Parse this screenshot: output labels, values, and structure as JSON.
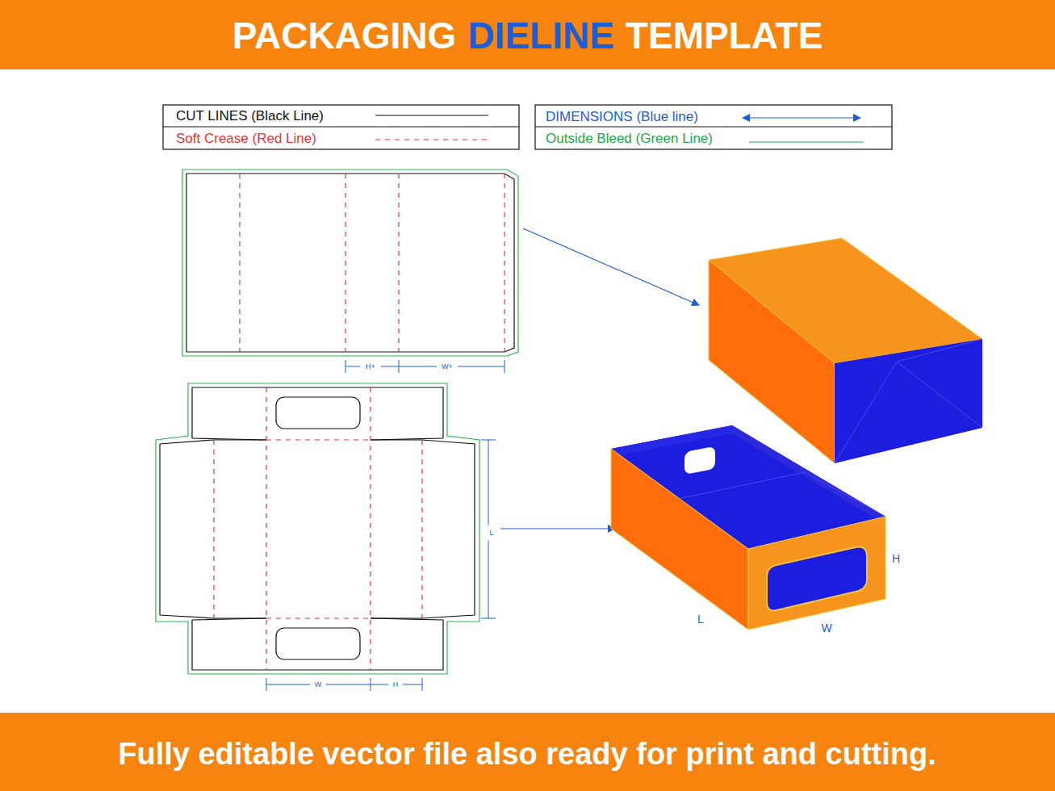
{
  "diagram": {
    "caption": "Fully editable vector file also ready for print and cutting.",
    "labels": [
      "PACKAGING",
      "DIELINE",
      "TEMPLATE",
      "H+",
      "W+",
      "L",
      "W",
      "H",
      "H",
      "L",
      "W"
    ],
    "legend": [
      {
        "text": "CUT LINES (Black Line)"
      },
      {
        "text": "Soft Crease (Red Line)"
      },
      {
        "text": "DIMENSIONS (Blue line)"
      },
      {
        "text": "Outside Bleed (Green Line)"
      }
    ]
  }
}
